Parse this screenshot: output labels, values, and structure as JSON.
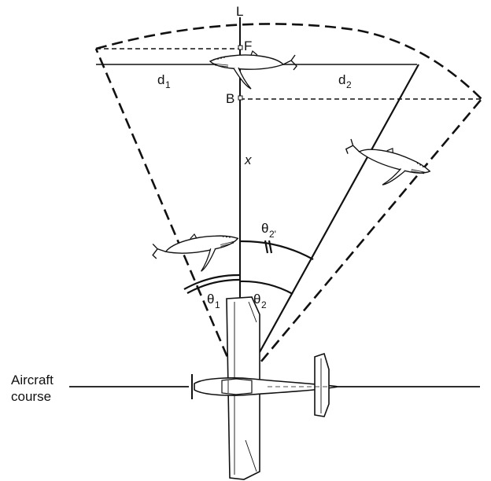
{
  "diagram": {
    "labels": {
      "L": "L",
      "F": "F",
      "B": "B",
      "d1": "d",
      "d1_sub": "1",
      "d2": "d",
      "d2_sub": "2",
      "x": "x",
      "theta1": "θ",
      "theta1_sub": "1",
      "theta2": "θ",
      "theta2_sub": "2",
      "theta2p": "θ",
      "theta2p_sub": "2'",
      "aircraft_line1": "Aircraft",
      "aircraft_line2": "course"
    },
    "colors": {
      "ink": "#111111",
      "background": "#ffffff"
    },
    "icons": [
      "whale-icon",
      "aircraft-icon"
    ]
  }
}
